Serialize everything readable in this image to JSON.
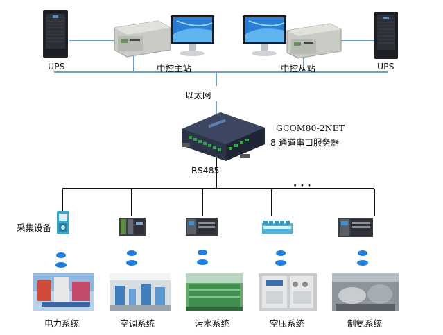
{
  "top": {
    "ups_left": "UPS",
    "ups_right": "UPS",
    "master_station": "中控主站",
    "slave_station": "中控从站"
  },
  "network": {
    "ethernet": "以太网",
    "device_model": "GCOM80-2NET",
    "device_desc": "8 通道串口服务器",
    "rs485": "RS485",
    "more": "· · ·"
  },
  "field": {
    "collector": "采集设备"
  },
  "systems": [
    {
      "label": "电力系统",
      "photo": "power-system-photo"
    },
    {
      "label": "空调系统",
      "photo": "hvac-system-photo"
    },
    {
      "label": "污水系统",
      "photo": "sewage-system-photo"
    },
    {
      "label": "空压系统",
      "photo": "air-compressor-system-photo"
    },
    {
      "label": "制氨系统",
      "photo": "ammonia-system-photo"
    }
  ],
  "colors": {
    "line_blue": "#6a9fd0",
    "bus_black": "#111111",
    "dot_blue": "#1e7fe0"
  }
}
